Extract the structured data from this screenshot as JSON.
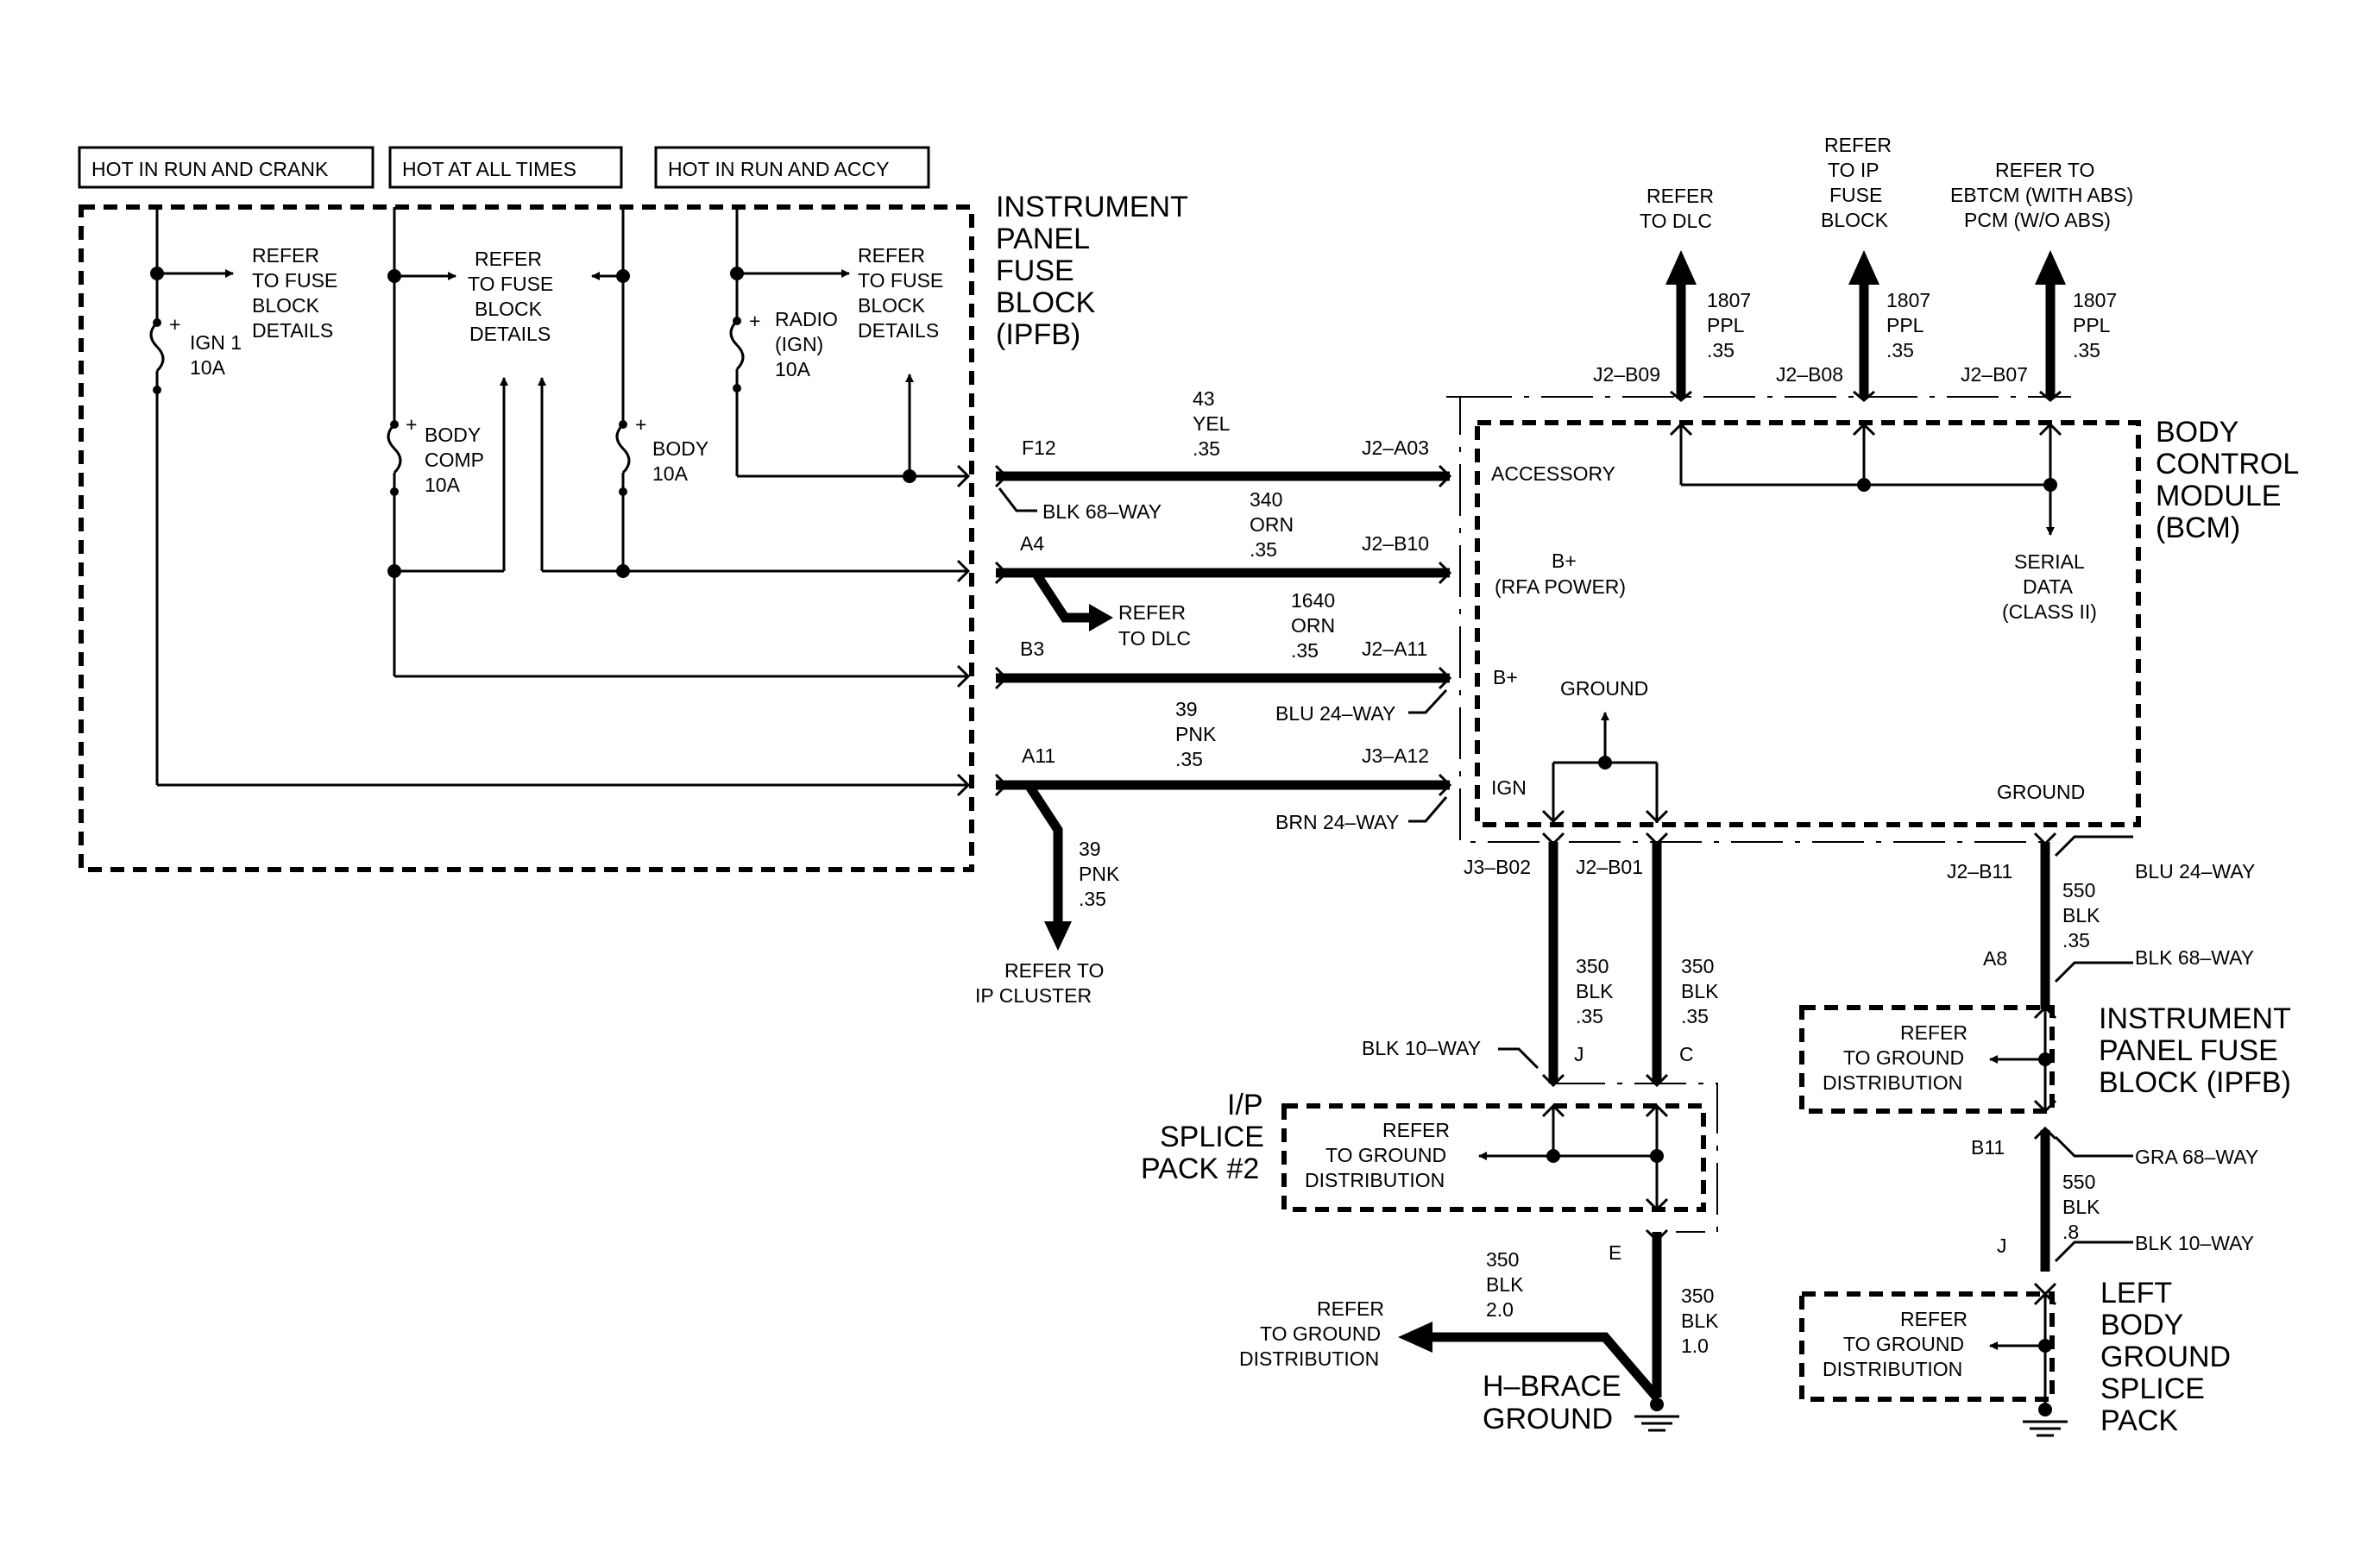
{
  "labels": {
    "hot_run_crank": "HOT IN RUN AND CRANK",
    "hot_all_times": "HOT AT ALL TIMES",
    "hot_run_accy": "HOT IN RUN AND ACCY",
    "ipfb_title": [
      "INSTRUMENT",
      "PANEL",
      "FUSE",
      "BLOCK",
      "(IPFB)"
    ],
    "refer_fuse_block_details": [
      "REFER",
      "TO FUSE",
      "BLOCK",
      "DETAILS"
    ],
    "fuse_ign1": [
      "IGN 1",
      "10A"
    ],
    "fuse_body_comp": [
      "BODY",
      "COMP",
      "10A"
    ],
    "fuse_body": [
      "BODY",
      "10A"
    ],
    "fuse_radio": [
      "RADIO",
      "(IGN)",
      "10A"
    ],
    "plus": "+",
    "refer_dlc_top": [
      "REFER",
      "TO DLC"
    ],
    "refer_ip_fuse_block": [
      "REFER",
      "TO IP",
      "FUSE",
      "BLOCK"
    ],
    "refer_ebtcm": [
      "REFER TO",
      "EBTCM (WITH ABS)",
      "PCM (W/O ABS)"
    ],
    "wire_1807": [
      "1807",
      "PPL",
      ".35"
    ],
    "pin_j2b09": "J2–B09",
    "pin_j2b08": "J2–B08",
    "pin_j2b07": "J2–B07",
    "bcm_title": [
      "BODY",
      "CONTROL",
      "MODULE",
      "(BCM)"
    ],
    "accessory": "ACCESSORY",
    "bplus_rfa": [
      "B+",
      "(RFA POWER)"
    ],
    "bplus": "B+",
    "ground_label": "GROUND",
    "ign": "IGN",
    "ground_right": "GROUND",
    "serial_data": [
      "SERIAL",
      "DATA",
      "(CLASS II)"
    ],
    "pin_f12": "F12",
    "wire_43": [
      "43",
      "YEL",
      ".35"
    ],
    "pin_j2a03": "J2–A03",
    "blk_68way": "BLK 68–WAY",
    "wire_340": [
      "340",
      "ORN",
      ".35"
    ],
    "pin_a4": "A4",
    "pin_j2b10": "J2–B10",
    "refer_dlc_mid": [
      "REFER",
      "TO DLC"
    ],
    "wire_1640": [
      "1640",
      "ORN",
      ".35"
    ],
    "pin_b3": "B3",
    "pin_j2a11": "J2–A11",
    "wire_39_top": [
      "39",
      "PNK",
      ".35"
    ],
    "blu_24way": "BLU 24–WAY",
    "pin_a11": "A11",
    "pin_j3a12": "J3–A12",
    "brn_24way": "BRN 24–WAY",
    "wire_39_bottom": [
      "39",
      "PNK",
      ".35"
    ],
    "refer_ip_cluster": [
      "REFER TO",
      "IP CLUSTER"
    ],
    "pin_j3b02": "J3–B02",
    "pin_j2b01": "J2–B01",
    "wire_350_a": [
      "350",
      "BLK",
      ".35"
    ],
    "wire_350_b": [
      "350",
      "BLK",
      ".35"
    ],
    "blk_10way": "BLK 10–WAY",
    "pin_j": "J",
    "pin_c": "C",
    "splice_pack_title": [
      "I/P",
      "SPLICE",
      "PACK #2"
    ],
    "refer_ground_dist": [
      "REFER",
      "TO GROUND",
      "DISTRIBUTION"
    ],
    "pin_e": "E",
    "wire_350_20": [
      "350",
      "BLK",
      "2.0"
    ],
    "wire_350_10": [
      "350",
      "BLK",
      "1.0"
    ],
    "refer_ground_dist_left": [
      "REFER",
      "TO GROUND",
      "DISTRIBUTION"
    ],
    "h_brace": [
      "H–BRACE",
      "GROUND"
    ],
    "pin_j2b11": "J2–B11",
    "blu_24way_r": "BLU 24–WAY",
    "wire_550_35": [
      "550",
      "BLK",
      ".35"
    ],
    "pin_a8": "A8",
    "blk_68way_r": "BLK 68–WAY",
    "ipfb_right_title": [
      "INSTRUMENT",
      "PANEL FUSE",
      "BLOCK (IPFB)"
    ],
    "refer_ground_dist_r1": [
      "REFER",
      "TO GROUND",
      "DISTRIBUTION"
    ],
    "pin_b11": "B11",
    "gra_68way": "GRA 68–WAY",
    "wire_550_8": [
      "550",
      "BLK",
      ".8"
    ],
    "pin_j_r": "J",
    "blk_10way_r": "BLK 10–WAY",
    "lbgsp_title": [
      "LEFT",
      "BODY",
      "GROUND",
      "SPLICE",
      "PACK"
    ],
    "refer_ground_dist_r2": [
      "REFER",
      "TO GROUND",
      "DISTRIBUTION"
    ]
  }
}
